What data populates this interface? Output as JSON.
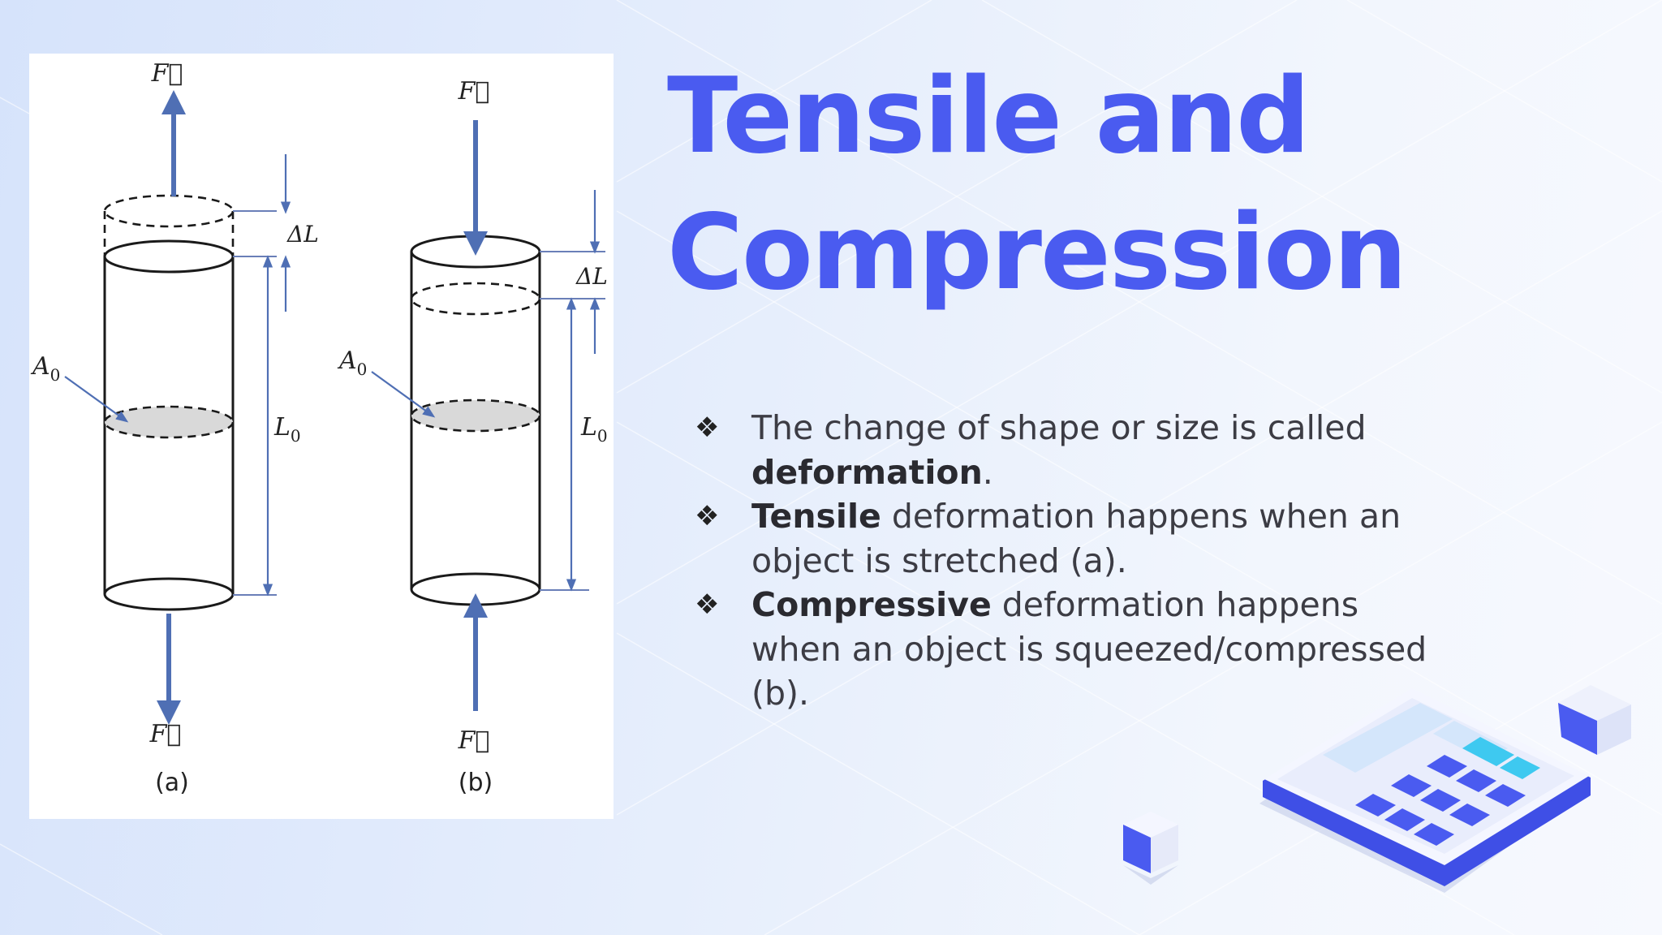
{
  "slide": {
    "title": "Tensile and Compression",
    "bullets": [
      {
        "pre": "The change of shape or size is called ",
        "bold": "deformation",
        "post": "."
      },
      {
        "pre": "",
        "bold": "Tensile",
        "post": " deformation happens when an object is stretched (a)."
      },
      {
        "pre": "",
        "bold": "Compressive",
        "post": " deformation happens when an object is squeezed/compressed (b)."
      }
    ],
    "bullet_icon": "four-diamond-bullet-icon"
  },
  "figure": {
    "panel_a": {
      "caption": "(a)",
      "force_top": "F⃗",
      "force_bottom": "F⃗",
      "area": "A",
      "area_sub": "0",
      "delta": "ΔL",
      "length": "L",
      "length_sub": "0"
    },
    "panel_b": {
      "caption": "(b)",
      "force_top": "F⃗",
      "force_bottom": "F⃗",
      "area": "A",
      "area_sub": "0",
      "delta": "ΔL",
      "length": "L",
      "length_sub": "0"
    }
  },
  "colors": {
    "title": "#4a5bf0",
    "arrow": "#4f6fb4",
    "calculator_key": "#4a5bf0",
    "calculator_accent": "#3ec9f0"
  }
}
